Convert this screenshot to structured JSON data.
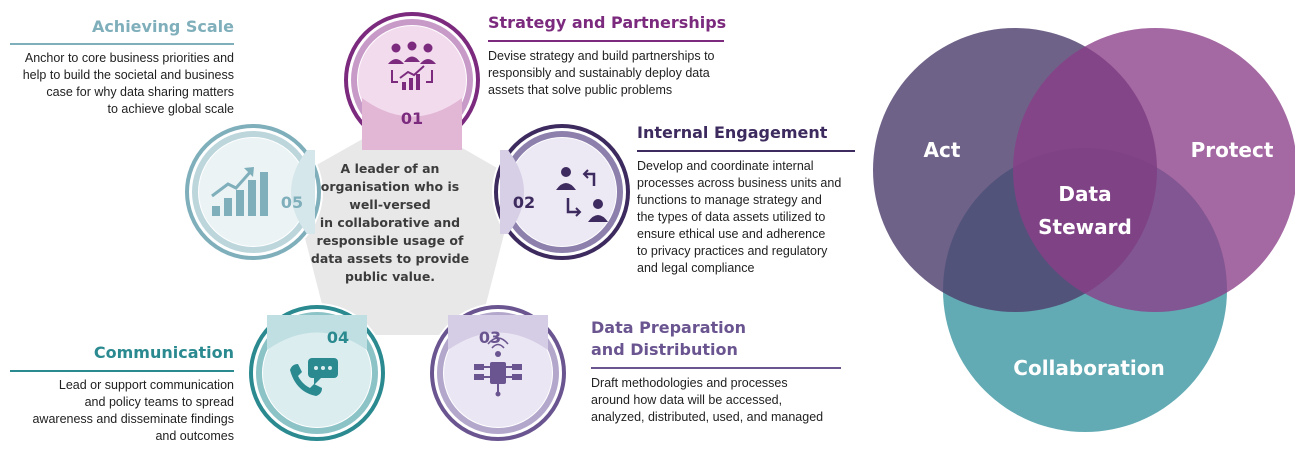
{
  "colors": {
    "strategy": "#7b2a7e",
    "internal": "#3d2a5e",
    "data_prep": "#6a5590",
    "communication": "#2a8a90",
    "scale": "#7fafbb",
    "act": "#4f3f6e",
    "protect": "#8b3e88",
    "collaboration": "#3f98a3"
  },
  "center_statement": [
    "A leader of an",
    "organisation who is",
    "well-versed",
    "in collaborative and",
    "responsible usage of",
    "data assets to provide",
    "public value."
  ],
  "segments": [
    {
      "number": "01",
      "title": "Strategy and Partnerships",
      "icon": "people-growth-chart-icon",
      "description": [
        "Devise strategy and build partnerships to",
        "responsibly and sustainably deploy data",
        "assets that solve public problems"
      ]
    },
    {
      "number": "02",
      "title": "Internal Engagement",
      "icon": "two-people-exchange-icon",
      "description": [
        "Develop and coordinate internal",
        "processes across business units and",
        "functions to manage strategy and",
        "the types of data assets utilized to",
        "ensure ethical use and adherence",
        "to privacy practices and regulatory",
        "and legal compliance"
      ]
    },
    {
      "number": "03",
      "title_lines": [
        "Data Preparation",
        "and Distribution"
      ],
      "icon": "data-network-icon",
      "description": [
        "Draft methodologies and processes",
        "around how data will be accessed,",
        "analyzed, distributed, used, and managed"
      ]
    },
    {
      "number": "04",
      "title": "Communication",
      "icon": "phone-chat-icon",
      "description": [
        "Lead or support communication",
        "and policy teams to spread",
        "awareness and disseminate findings",
        "and outcomes"
      ]
    },
    {
      "number": "05",
      "title": "Achieving Scale",
      "icon": "bar-chart-growth-icon",
      "description": [
        "Anchor to core business priorities and",
        "help to build the societal and business",
        "case for why data sharing matters",
        "to achieve global scale"
      ]
    }
  ],
  "venn": {
    "act": "Act",
    "protect": "Protect",
    "collaboration": "Collaboration",
    "center": [
      "Data",
      "Steward"
    ]
  }
}
